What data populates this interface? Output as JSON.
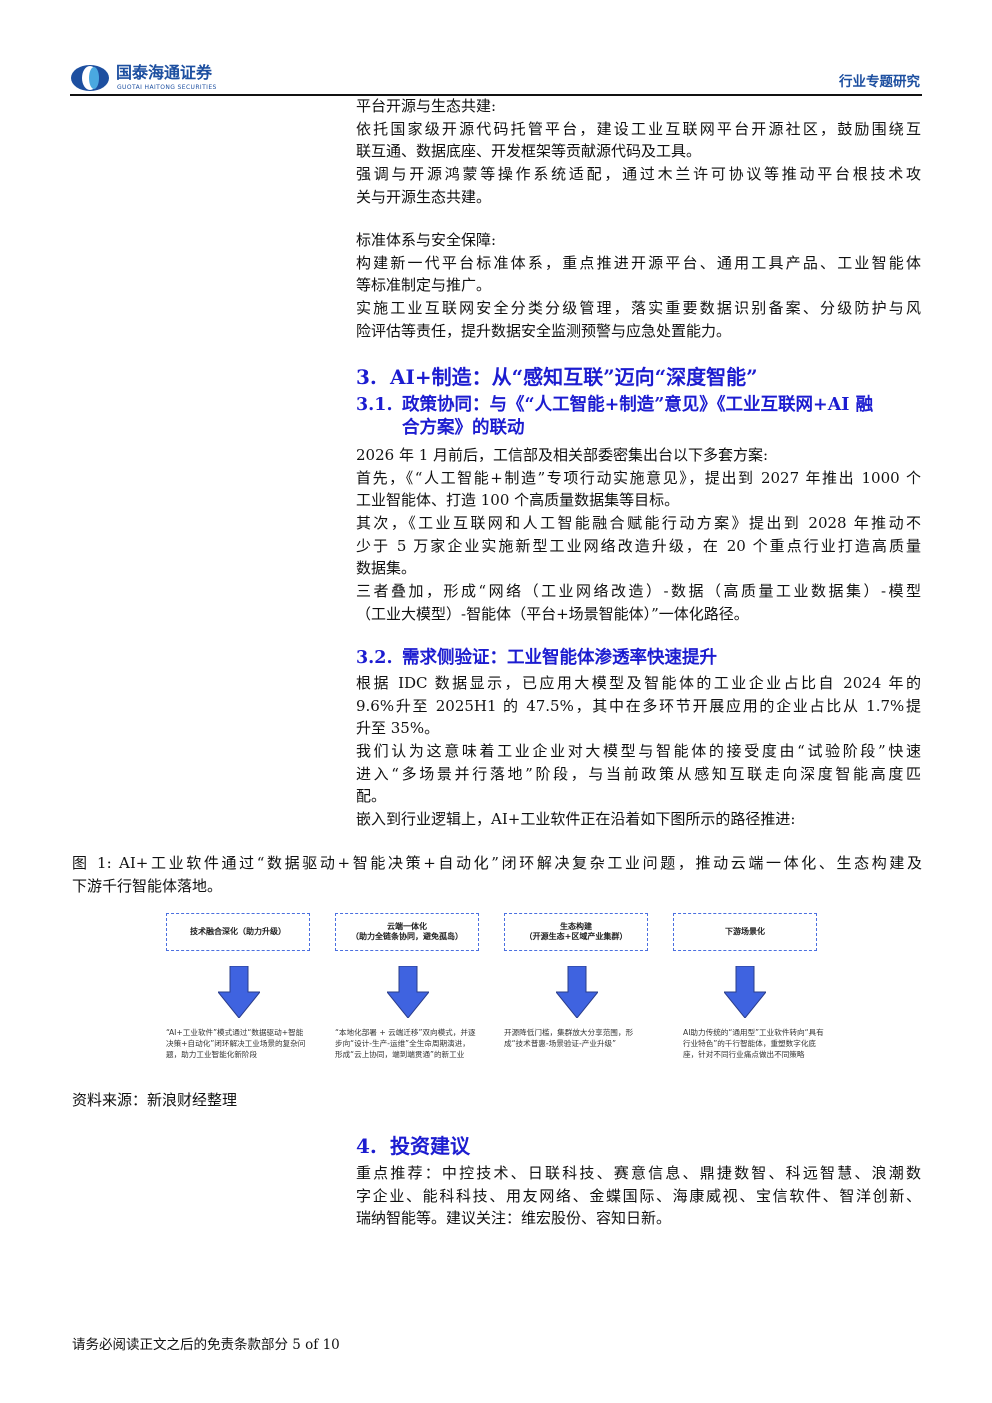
{
  "header": {
    "logo_cn": "国泰海通证券",
    "logo_en": "GUOTAI HAITONG SECURITIES",
    "report_type": "行业专题研究"
  },
  "block1": [
    "平台开源与生态共建:",
    "依托国家级开源代码托管平台，建设工业互联网平台开源社区，鼓励围绕互",
    "联互通、数据底座、开发框架等贡献源代码及工具。",
    "强调与开源鸿蒙等操作系统适配，通过木兰许可协议等推动平台根技术攻",
    "关与开源生态共建。"
  ],
  "block2": [
    "标准体系与安全保障:",
    "构建新一代平台标准体系，重点推进开源平台、通用工具产品、工业智能体",
    "等标准制定与推广。",
    "实施工业互联网安全分类分级管理，落实重要数据识别备案、分级防护与风",
    "险评估等责任，提升数据安全监测预警与应急处置能力。"
  ],
  "section3": {
    "num": "3.",
    "title": "AI+制造：从“感知互联”迈向“深度智能”"
  },
  "section31": {
    "num": "3.1.",
    "title_lines": [
      "政策协同：与《“人工智能+制造”意见》《工业互联网+AI 融",
      "合方案》的联动"
    ]
  },
  "block3": [
    "2026 年 1 月前后，工信部及相关部委密集出台以下多套方案:",
    "首先，《“人工智能+制造”专项行动实施意见》，提出到 2027 年推出 1000 个",
    "工业智能体、打造 100 个高质量数据集等目标。",
    "其次，《工业互联网和人工智能融合赋能行动方案》提出到 2028 年推动不",
    "少于 5 万家企业实施新型工业网络改造升级，在 20 个重点行业打造高质量",
    "数据集。",
    "三者叠加，形成“网络（工业网络改造）-数据（高质量工业数据集）-模型",
    "（工业大模型）-智能体（平台+场景智能体）”一体化路径。"
  ],
  "section32": {
    "num": "3.2.",
    "title": "需求侧验证：工业智能体渗透率快速提升"
  },
  "block4": [
    "根据 IDC 数据显示，已应用大模型及智能体的工业企业占比自 2024 年的",
    "9.6%升至 2025H1 的 47.5%，其中在多环节开展应用的企业占比从 1.7%提",
    "升至 35%。",
    "我们认为这意味着工业企业对大模型与智能体的接受度由“试验阶段”快速",
    "进入“多场景并行落地”阶段，与当前政策从感知互联走向深度智能高度匹",
    "配。",
    "嵌入到行业逻辑上，AI+工业软件正在沿着如下图所示的路径推进:"
  ],
  "figure": {
    "caption_lines": [
      "图 1:  AI+工业软件通过“数据驱动+智能决策+自动化”闭环解决复杂工业问题，推动云端一体化、生态构建及",
      "下游千行智能体落地。"
    ],
    "steps": [
      {
        "title": "技术融合深化（助力升级）",
        "subtitle": "",
        "desc": "“AI+工业软件”模式通过“数据驱动+智能决策+自动化”闭环解决工业场景的复杂问题，助力工业智能化新阶段"
      },
      {
        "title": "云端一体化",
        "subtitle": "（助力全链条协同，避免孤岛）",
        "desc": "“本地化部署 + 云端迁移”双向模式，并逐步向“设计-生产-运维”全生命周期演进，形成“云上协同，端到端贯通”的新工业"
      },
      {
        "title": "生态构建",
        "subtitle": "（开源生态+区域产业集群）",
        "desc": "开源降低门槛，集群放大分享范围，形成“技术普惠-场景验证-产业升级”"
      },
      {
        "title": "下游场景化",
        "subtitle": "",
        "desc": "AI助力传统的“通用型”工业软件转向“具有行业特色”的千行智能体，重塑数字化底座，针对不同行业痛点做出不同策略"
      }
    ],
    "source": "资料来源：新浪财经整理"
  },
  "section4": {
    "num": "4.",
    "title": "投资建议"
  },
  "block5": [
    "重点推荐：中控技术、日联科技、赛意信息、鼎捷数智、科远智慧、浪潮数",
    "字企业、能科科技、用友网络、金蝶国际、海康威视、宝信软件、智洋创新、",
    "瑞纳智能等。建议关注：维宏股份、容知日新。"
  ],
  "footer": "请务必阅读正文之后的免责条款部分 5 of 10",
  "colors": {
    "heading": "#1c1cd0",
    "brand": "#1d4fa0",
    "arrow": "#3f63e0"
  }
}
